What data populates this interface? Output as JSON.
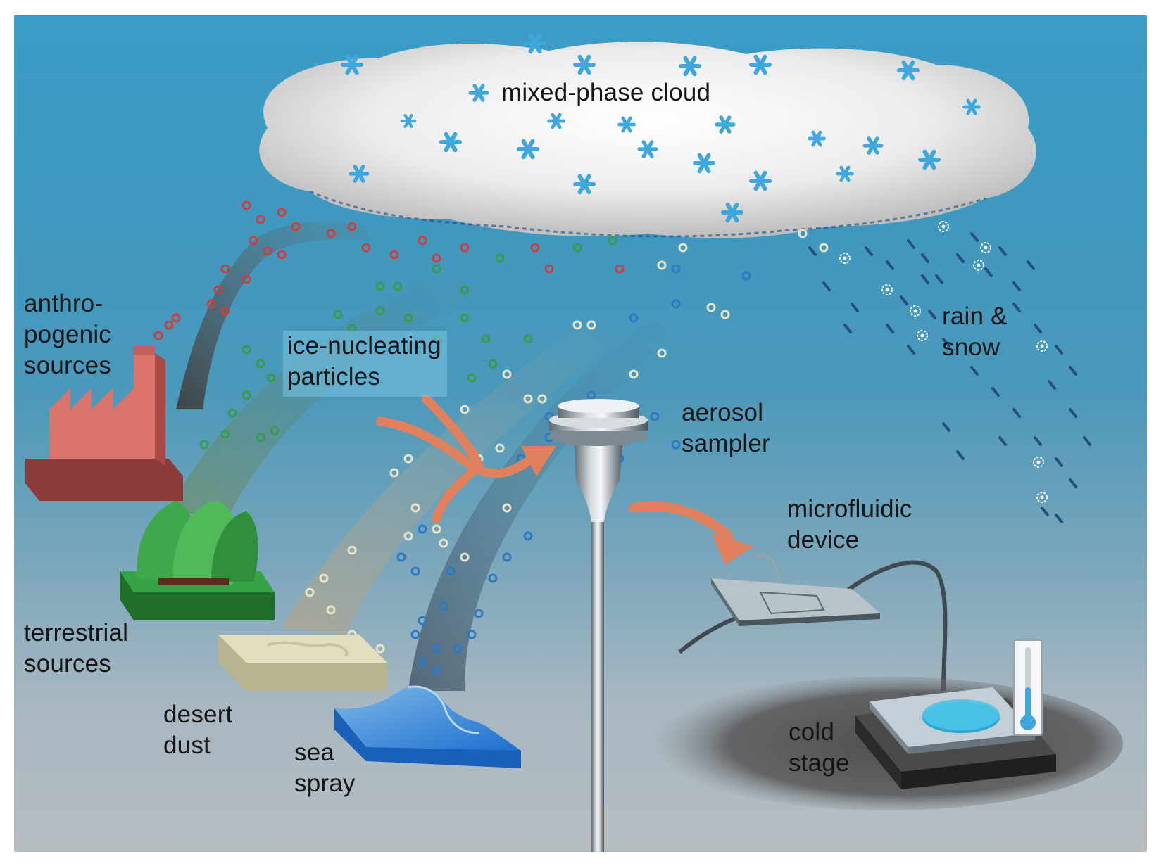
{
  "labels": {
    "cloud": "mixed-phase cloud",
    "anthropogenic": [
      "anthro-",
      "pogenic",
      "sources"
    ],
    "ice_nucleating": [
      "ice-nucleating",
      "particles"
    ],
    "aerosol_sampler": [
      "aerosol",
      "sampler"
    ],
    "rain_snow": [
      "rain &",
      "snow"
    ],
    "terrestrial": [
      "terrestrial",
      "sources"
    ],
    "desert_dust": [
      "desert",
      "dust"
    ],
    "sea_spray": [
      "sea",
      "spray"
    ],
    "microfluidic": [
      "microfluidic",
      "device"
    ],
    "cold_stage": [
      "cold",
      "stage"
    ]
  },
  "colors": {
    "sky_top": "#3c9cc6",
    "sky_bottom": "#b7bdc1",
    "arrow": "#e0805c",
    "anthropogenic_particles": "#c8403f",
    "terrestrial_particles": "#3c9a4c",
    "dust_particles": "#e8e4c8",
    "sea_spray_particles": "#2f79c2",
    "snowflake": "#3fa7dc"
  },
  "icons": [
    "factory-icon",
    "forest-icon",
    "desert-slab-icon",
    "sea-wave-icon",
    "aerosol-sampler-icon",
    "microfluidic-chip-icon",
    "cold-stage-icon",
    "thermometer-icon",
    "snowflake-icon",
    "raindrop-icon"
  ]
}
